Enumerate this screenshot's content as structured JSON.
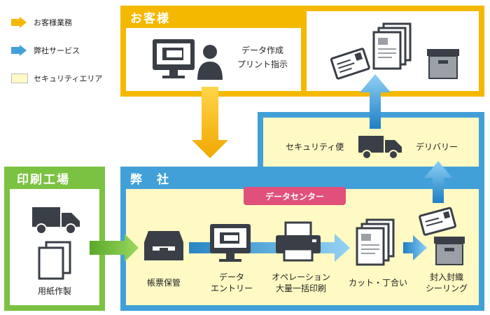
{
  "legend": [
    {
      "label": "お客様業務",
      "color": "#f0b400"
    },
    {
      "label": "弊社サービス",
      "color": "#3a8fd0"
    },
    {
      "label": "セキュリティエリア",
      "color": "#fff9c4"
    }
  ],
  "customer": {
    "title": "お客様",
    "instruction": "データ作成\nプリント指示"
  },
  "factory": {
    "title": "印刷工場",
    "label": "用紙作製"
  },
  "company": {
    "title": "弊　社",
    "datacenter": "データセンター",
    "steps": [
      {
        "label": "帳票保管"
      },
      {
        "label": "データ\nエントリー"
      },
      {
        "label": "オペレーション\n大量一括印刷"
      },
      {
        "label": "カット・丁合い"
      },
      {
        "label": "封入封織\nシーリング"
      }
    ]
  },
  "delivery": {
    "security_label": "セキュリティ便",
    "delivery_label": "デリバリー"
  },
  "colors": {
    "yellow": "#f5b800",
    "blue": "#42a0d8",
    "green": "#7cc242",
    "security_area": "#fff9c4",
    "pink": "#e0507a"
  }
}
